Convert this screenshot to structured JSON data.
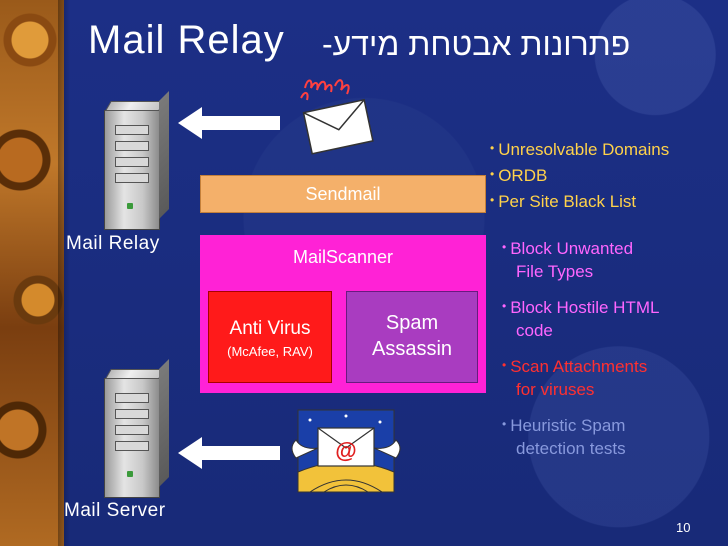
{
  "slide": {
    "title": "Mail Relay",
    "title_hebrew": "פתרונות אבטחת מידע-",
    "page_number": "10"
  },
  "nodes": {
    "relay_label": "Mail Relay",
    "server_label": "Mail Server",
    "sendmail": "Sendmail",
    "mailscanner": "MailScanner",
    "antivirus_title": "Anti Virus",
    "antivirus_sub": "(McAfee, RAV)",
    "spam_line1": "Spam",
    "spam_line2": "Assassin"
  },
  "sendmail_features": [
    "Unresolvable Domains",
    "ORDB",
    "Per Site Black List"
  ],
  "mailscanner_features": [
    {
      "line1": "Block Unwanted",
      "line2": "File Types"
    },
    {
      "line1": "Block Hostile HTML",
      "line2": "code"
    },
    {
      "line1": "Scan Attachments",
      "line2": "for viruses"
    },
    {
      "line1": "Heuristic Spam",
      "line2": "detection tests"
    }
  ],
  "colors": {
    "background": "#1a2c7e",
    "sendmail_fill": "#f4b06a",
    "mailscanner_fill": "#ff22d6",
    "antivirus_fill": "#ff1a1a",
    "spam_fill": "#a93cc0",
    "sendmail_feature_text": "#ffd24a",
    "mailscanner_feature_1": "#ff66ff",
    "mailscanner_feature_2": "#ff66ff",
    "mailscanner_feature_3": "#ff3030",
    "mailscanner_feature_4": "#8899dd"
  },
  "icons": {
    "spam_mail": "spam-envelope-icon",
    "clean_mail": "clean-envelope-icon"
  }
}
